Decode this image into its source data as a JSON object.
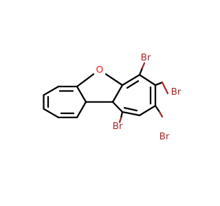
{
  "molecule": {
    "atoms": {
      "oxygen": {
        "symbol": "O",
        "color": "#ff0d0d"
      },
      "br1": {
        "symbol": "Br",
        "color": "#a62929"
      },
      "br2": {
        "symbol": "Br",
        "color": "#a62929"
      },
      "br3": {
        "symbol": "Br",
        "color": "#a62929"
      },
      "br4": {
        "symbol": "Br",
        "color": "#a62929"
      }
    },
    "bond_color": "#000000"
  }
}
